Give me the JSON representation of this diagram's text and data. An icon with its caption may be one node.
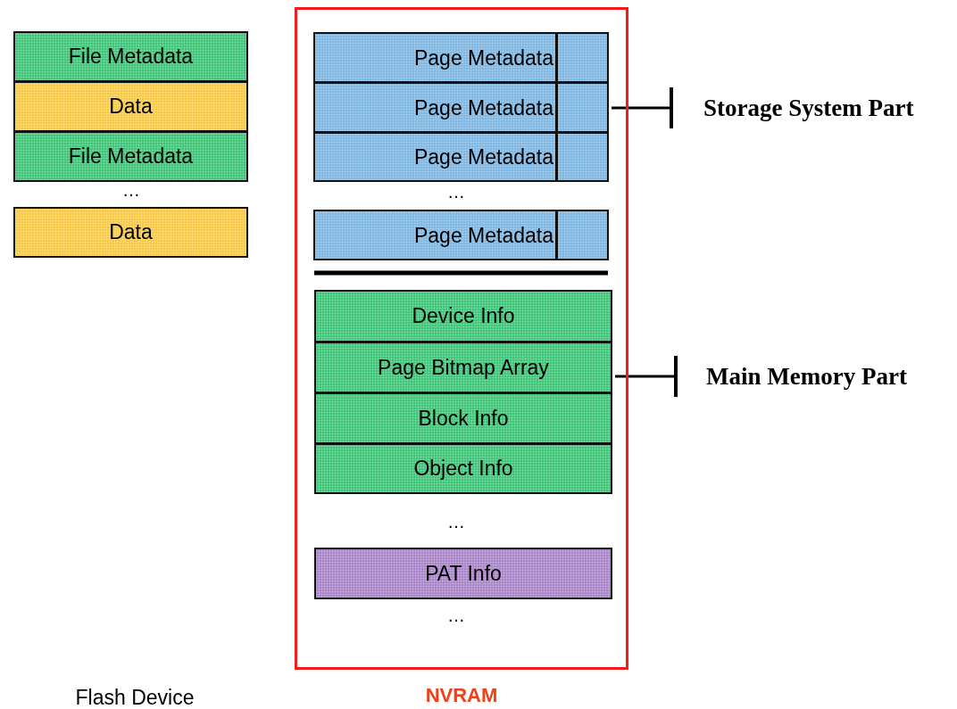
{
  "diagram": {
    "nodes": [
      {
        "text": [
          "File Metadata"
        ]
      },
      {
        "text": [
          "Data"
        ]
      },
      {
        "text": [
          "File Metadata"
        ]
      },
      {
        "text": [
          "Data"
        ]
      },
      {
        "text": [
          "NVRAM"
        ]
      },
      {
        "text": [
          "Page Metadata"
        ],
        "in": 4
      },
      {
        "text": [
          "Page Metadata"
        ],
        "in": 4
      },
      {
        "text": [
          "Page Metadata"
        ],
        "in": 4
      },
      {
        "text": [
          "Page Metadata"
        ],
        "in": 4
      },
      {
        "text": [
          "Device Info"
        ],
        "in": 4
      },
      {
        "text": [
          "Page Bitmap Array"
        ],
        "in": 4
      },
      {
        "text": [
          "Block Info"
        ],
        "in": 4
      },
      {
        "text": [
          "Object Info"
        ],
        "in": 4
      },
      {
        "text": [
          "PAT Info"
        ],
        "in": 4
      },
      {
        "text": [
          "Storage System Part"
        ]
      },
      {
        "text": [
          "Main Memory Part"
        ]
      }
    ],
    "edges": [
      {
        "from": 6,
        "to": 14,
        "arrow": "other"
      },
      {
        "from": 10,
        "to": 15,
        "arrow": "other"
      }
    ],
    "labels": [
      "…",
      "…",
      "…",
      "…",
      "Flash Device"
    ]
  }
}
